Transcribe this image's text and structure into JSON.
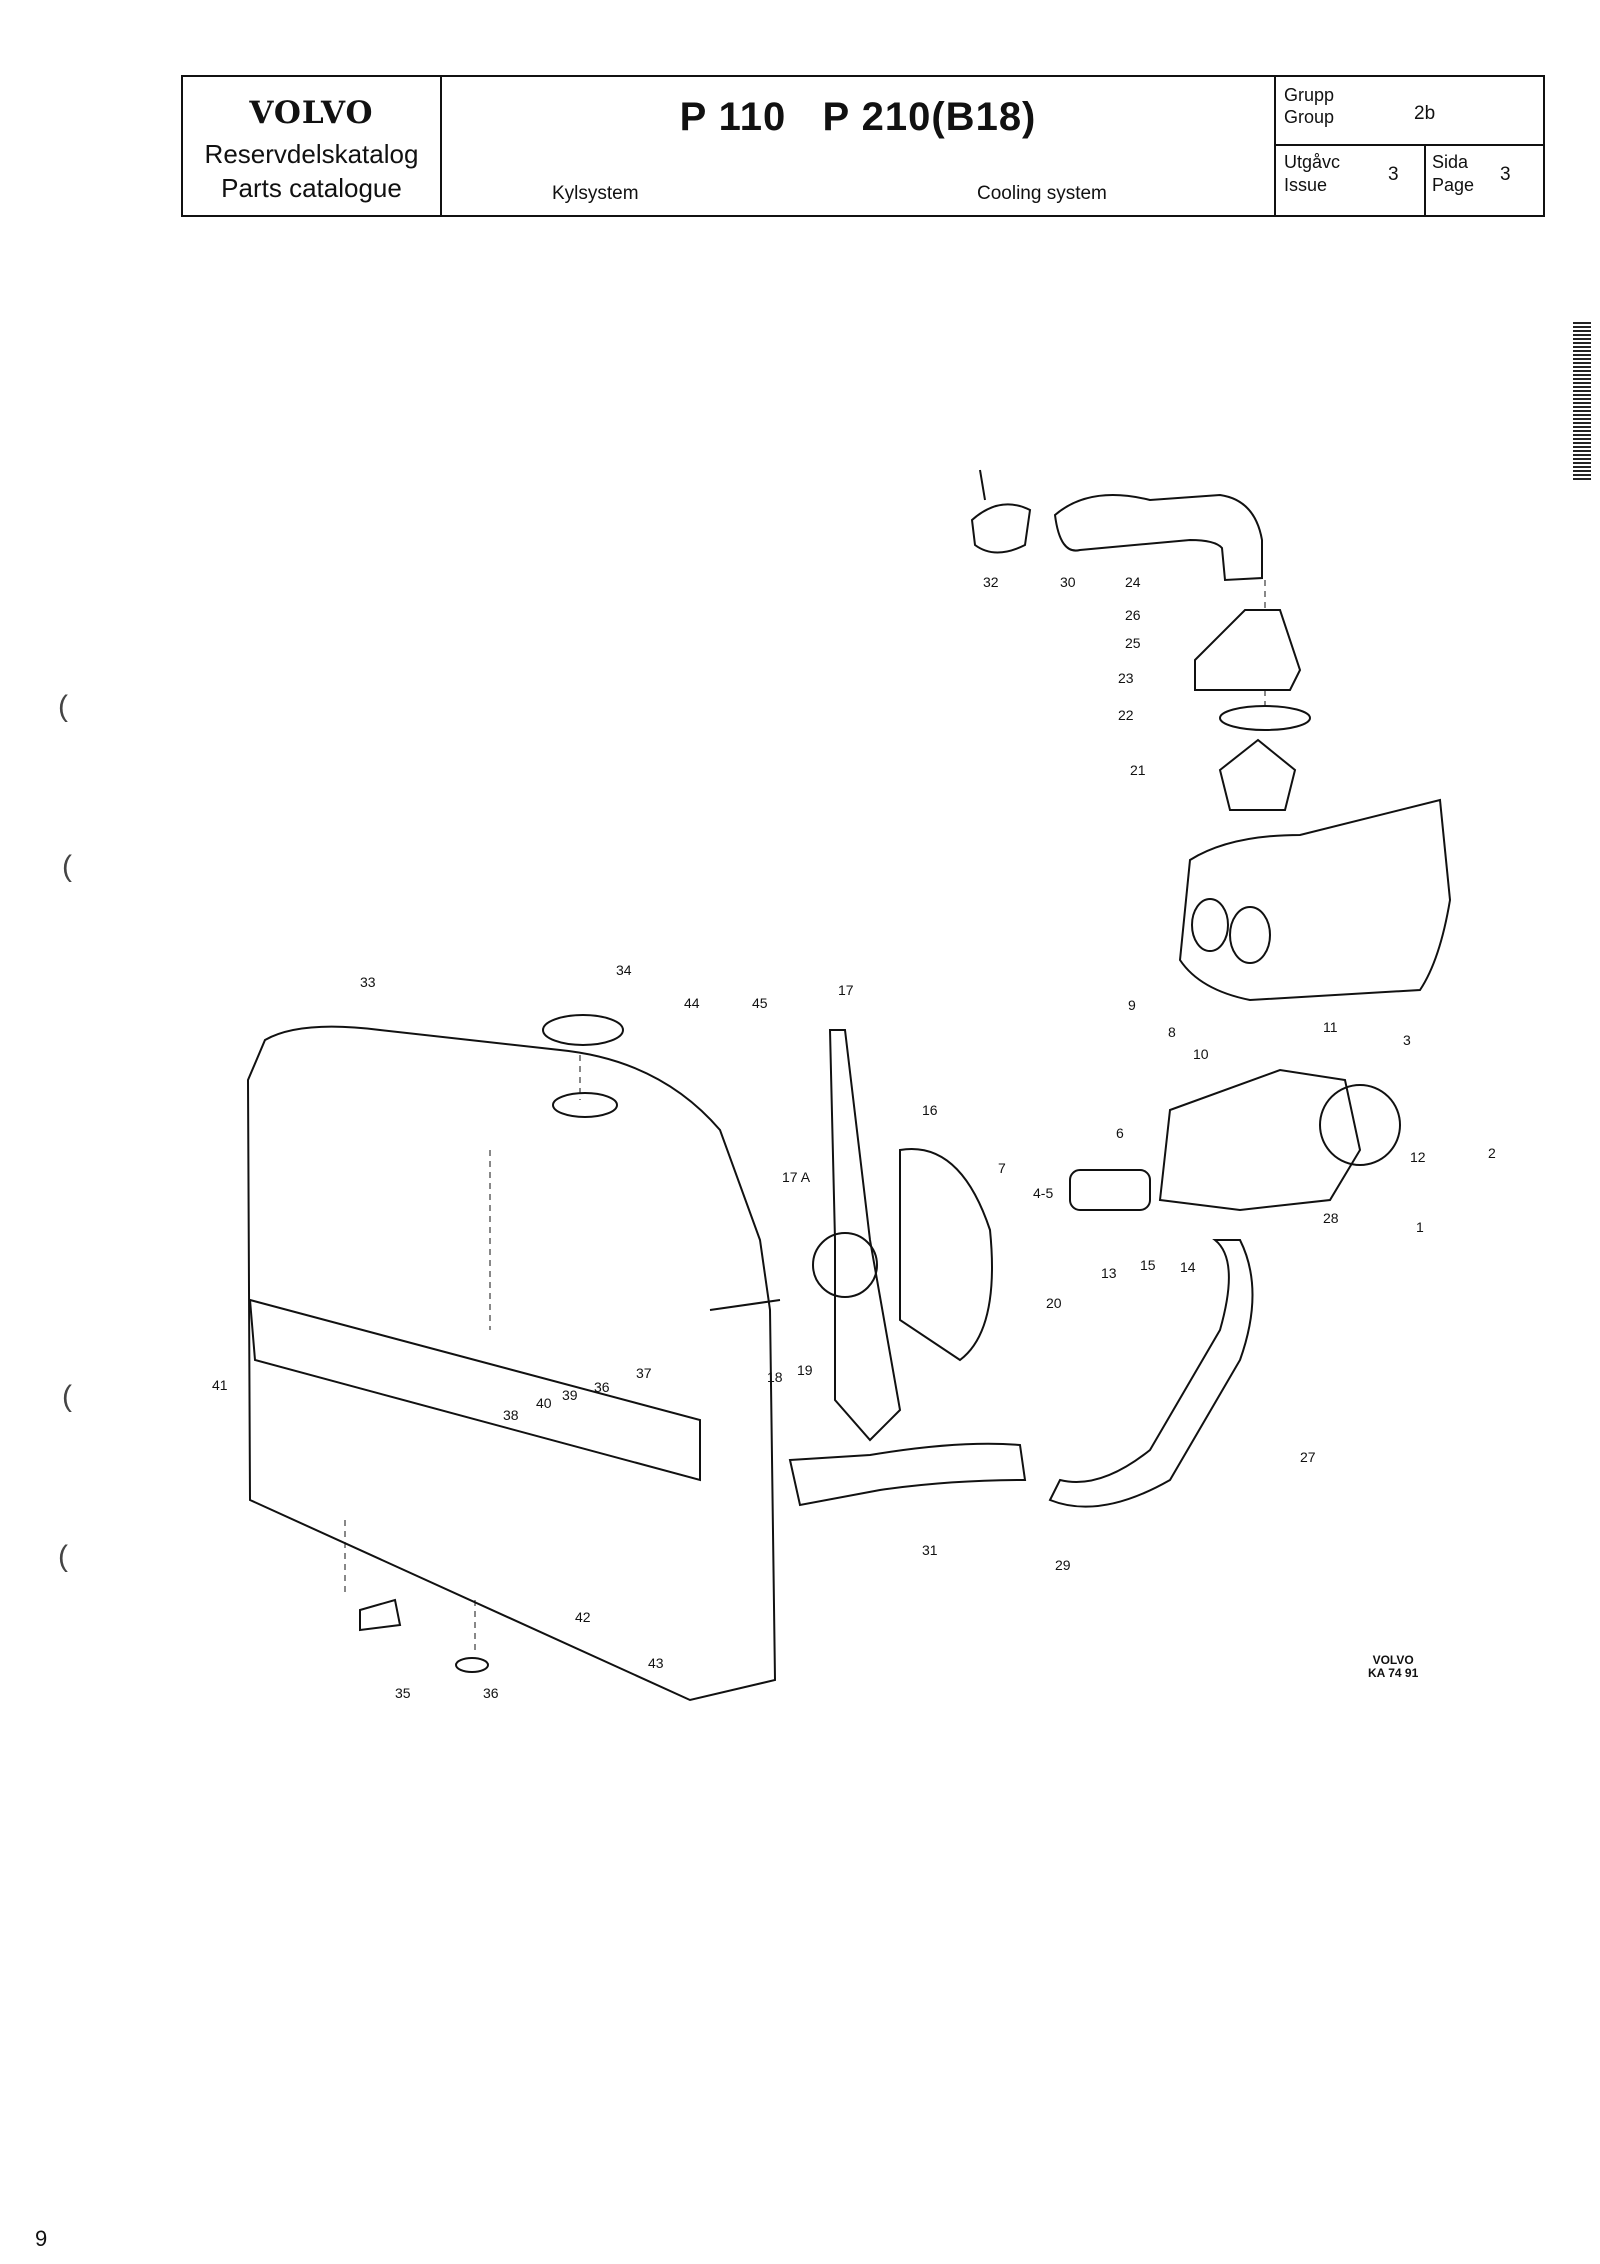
{
  "header": {
    "brand": "VOLVO",
    "subtitle_sv": "Reservdelskatalog",
    "subtitle_en": "Parts catalogue",
    "model": "P 110   P 210(B18)",
    "system_sv": "Kylsystem",
    "system_en": "Cooling system",
    "group_label_sv": "Grupp",
    "group_label_en": "Group",
    "group_value": "2b",
    "issue_label_sv": "Utgåvc",
    "issue_label_en": "Issue",
    "issue_value": "3",
    "page_label_sv": "Sida",
    "page_label_en": "Page",
    "page_value": "3"
  },
  "callouts": [
    "32",
    "30",
    "24",
    "26",
    "25",
    "23",
    "22",
    "21",
    "33",
    "34",
    "44",
    "45",
    "17",
    "9",
    "8",
    "10",
    "11",
    "3",
    "16",
    "17 A",
    "7",
    "4-5",
    "6",
    "12",
    "2",
    "1",
    "28",
    "13",
    "15",
    "14",
    "20",
    "18",
    "19",
    "41",
    "37",
    "36",
    "39",
    "40",
    "38",
    "27",
    "31",
    "29",
    "42",
    "43",
    "35",
    "36"
  ],
  "stamp": {
    "line1": "VOLVO",
    "line2": "KA 74 91"
  },
  "page_number": "9",
  "edge_marks": [
    "(",
    "(",
    "(",
    "("
  ]
}
